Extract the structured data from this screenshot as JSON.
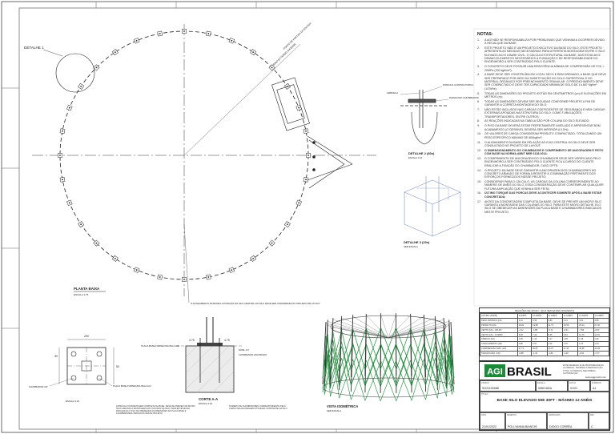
{
  "drawing": {
    "detail1_label": "DETALHE 1",
    "plan_title": "PLANTA BAIXA",
    "plan_scale": "ESCALA 1:75",
    "plan_note_center": "O ALINHAMENTO DA BASE E A POSIÇÃO DO SILO CENTRAL DO SILO DEVE SER CONFIRMADA NO PROJETO DE LAYOUT",
    "detail2_label": "DETALHE 2 (80x)",
    "detail2_scale": "ESCALA 1:10",
    "detail3_label": "DETALHE 3 (20x)",
    "detail3_scale": "SEM ESCALA",
    "detail2_tag1": "ARRUELA",
    "detail2_tag2": "PARAFUSO CHUMBADOR",
    "detail2_tag3": "PORCA E CONTRA PORCA",
    "cut_label": "CORTE A-A",
    "cut_scale": "ESCALA 1:20",
    "cut_note_left": "ANTES DA CONCRETAGEM COMPLETA DA BASE, DEVE-SE PREVER UM MICRO SILO GARANTA A MONTAGEM DAS COLUNAS DA SILO. PARA ESTE MICRO DETALHE ELO SILO SE OBEDECER AS DIMENSÕES DA PLACA BASE E CHUMBADORES INDICADOS NESTE PROJETO",
    "cut_note_right": "NÚMERO DE CHUMBADORES CORRESPONDENTE PELO CARGO DE ANCORAGEM UTILIZADA CONSTANTE NA SILO",
    "cut_tag_left": "PLACA BASE FORNECIDA PELA AGI",
    "cut_tag_right": "CHUMBADOR ANCORADO",
    "cut_tag_top1": "NÍVEL 0,0",
    "dim_475a": "4,75",
    "dim_475b": "4,75",
    "plate_label": "PLACA BASE FORNECIDA PELA AGI",
    "plate_anchor": "CHUMBADOR 3/4\"",
    "plate_dim1": "50",
    "plate_dim2": "200",
    "plate_dim3": "50",
    "plate_scale": "ESCALA 1:10",
    "iso_label": "VISTA ISOMÉTRICA",
    "iso_scale": "SEM ESCALA",
    "radius_tag": "RAIO EXTERNO DA BASE",
    "dim_top": "PONTO DE PARTIDA DA ESCADA"
  },
  "notes": {
    "title": "NOTAS:",
    "items": [
      {
        "n": "1.",
        "t": "A AGI NÃO SE RESPONSABILIZA POR PROBLEMAS QUE VENHAM A OCORRER DEVIDO À RECALQUE NA BASE;"
      },
      {
        "n": "2.",
        "t": "ESTE PROJETO NÃO É UM PROJETO EXECUTIVO DA BASE DO SILO. ESTE PROJETO APRESENTA AS MEDIDAS NECESSÁRIAS PARA A PERFEITA MONTAGEM ENTRE O SILO ELEVADO AGI E A BASE CIVIL. O CÁLCULO ESTRUTURAL DA BASE, DAS ESTACAS E DEMAIS ELEMENTOS NECESSÁRIOS À FUNDAÇÃO E DE RESPONSABILIDADE DO ENGENHEIRO A SER CONTRATADO PELO CLIENTE;"
      },
      {
        "n": "3.",
        "t": "O CONCRETO DEVE POSSUIR UMA RESISTÊNCIA MÍNIMA DE COMPRESSÃO DE FCK = 20MPa (200 kgf/cm²);"
      },
      {
        "n": "4.",
        "t": "A BASE DEVE SER CONSTRUÍDA EM LOCAL SECO E BEM DRENADO. A BASE QUE DEVE SER PREPARADO POR MEIO DA SUBSTITUIÇÃO DO SOLO SUPERFICIAL E DO MATERIAL ORGÂNICO POR PREENCHIMENTO GRANULAR. O PREENCHIMENTO DEVE SER COMPACTADO E DEVE TER CAPACIDADE MÍNIMA DE SOLO DE 14.667 Kgf/m² (147kPa);"
      },
      {
        "n": "5.",
        "t": "TODAS AS DIMENSÕES DO PROJETO ESTÃO EM CENTÍMETROS (cm) E ELEVAÇÕES EM METROS (m);"
      },
      {
        "n": "6.",
        "t": "TODAS AS DIMENSÕES DEVEM SER SEGUIDAS CONFORME PROJETO A FIM DE GARANTIR A CORRETA MONTAGEM DO SILO;"
      },
      {
        "n": "7.",
        "t": "NÃO ESTÃO INCLUSOS NAS CARGAS COEFICIENTES DE SEGURANÇA E NEM CARGAS EXTERNAS APOIADAS NA ESTRUTURA DO SILO, COMO TUBULAÇÕES, TRANSPORTADORES, ENTRE OUTROS;"
      },
      {
        "n": "8.",
        "t": "AS REAÇÕES INDICADAS NA TABELA SÃO POR COLUNA DO SILO ELEVADO;"
      },
      {
        "n": "9.",
        "t": "O PISO DA BASE DEVERÁ ESTAR PERFEITAMENTE NIVELADO E APRESENTAR BOM ACABAMENTO (O DESNÍVEL DEVERÁ SER INFERIOR A 0,5%);"
      },
      {
        "n": "10.",
        "t": "OS VALORES DE CARGA CONSIDERAM PRODUTO COMPACTADO, TOTALIZANDO UM PESO ESPECÍFICO MÁXIMO DE 800kgf/m³;"
      },
      {
        "n": "11.",
        "t": "O ALINHAMENTO DA BASE EM RELAÇÃO AO EIXO CENTRAL DO SILO DEVE SER CONSULTADO NO PROJETO DE LAYOUT;"
      },
      {
        "n": "12.",
        "t": "O DIMENSIONAMENTO DO CHUMBADOR E COMPRIMENTO DE ANCORAGEM É FEITO COM BASE NA NORMA ABNT NBR 6118:2014;",
        "b": true
      },
      {
        "n": "13.",
        "t": "O COMPRIMENTO DE ANCORAGEM DO CHUMBADOR DEVE SER VERIFICADO PELO ENGENHEIRO A SER CONTRATADO PELO CLIENTE FICA A CARGO DO CLIENTE REALIZAR A FIXAÇÃO DO CHUMBADOR, CASO OPTE;"
      },
      {
        "n": "14.",
        "t": "O PROJETO DA BASE DEVE GARANTIR A ANCORAGEM DOS CHUMBADORES NO CONCRETO ARMADO DE FORMA A RESISTIR À COMBINAÇÃO PERTINENTE DOS ESFORÇOS FORNECIDOS NESSE PROJETO;"
      },
      {
        "n": "15.",
        "t": "CONSIDERAR PARA O CÁLCULO, AS CARGAS DA COLUNA CORRESPONDENTE AO NÚMERO DE ANÉIS DO SILO, ESSA CONSIDERAÇÃO DEVE CONTEMPLAR QUALQUER FUTURA AMPLIAÇÃO QUE VENHA A SER FEITA;"
      },
      {
        "n": "16.",
        "t": "ÚLTIMO TORQUE DAS PORCAS DEVE ACONTECER SOMENTE APÓS A BASE ESTAR CONCRETADA;",
        "b": true
      },
      {
        "n": "17.",
        "t": "ANTES DA CONCRETAGEM COMPLETA DA BASE, DEVE-SE PREVER UM MICRO SILO GARANTA A MONTAGEM DAS COLUNAS DO SILO. PARA ESTE MICRO DETALHE, ELO SILO SE OBEDECER AS DIMENSÕES DA PLACA BASE E CHUMBADORES INDICADOS NESTE PROJETO."
      }
    ]
  },
  "reactions": {
    "caption": "REAÇÕES DE APOIO - SILO SEM ENVELOPAMENTO",
    "header": [
      "ALTURA (ANÉIS)",
      "9 ANÉIS",
      "10 ANÉIS",
      "11 ANÉIS",
      "12 ANÉIS",
      "13 ANÉIS",
      "14 ANÉIS"
    ],
    "rows": [
      [
        "PESO PRÓPRIO (kN)",
        "3,24",
        "3,56",
        "3,89",
        "4,21",
        "4,54",
        "4,86"
      ],
      [
        "PRODUTO (kN)",
        "18,02",
        "19,88",
        "21,73",
        "23,59",
        "25,44",
        "27,30"
      ],
      [
        "VENTO (kN) - UPLIFT",
        "-4,12",
        "-4,88",
        "-5,71",
        "-6,61",
        "-7,58",
        "-8,63"
      ],
      [
        "VENTO (kN) - COMPR.",
        "6,48",
        "7,43",
        "8,45",
        "9,54",
        "10,70",
        "11,93"
      ],
      [
        "SÍSMICO (kN)",
        "1,05",
        "1,16",
        "1,27",
        "1,38",
        "1,49",
        "1,60"
      ],
      [
        "CISALHAMENTO (kN)",
        "0,88",
        "0,97",
        "1,06",
        "1,15",
        "1,24",
        "1,33"
      ],
      [
        "COMPRESSÃO MÁX. (kN)",
        "27,74",
        "30,87",
        "34,07",
        "37,34",
        "40,68",
        "44,09"
      ],
      [
        "TRAÇÃO MÁX. (kN)",
        "-0,88",
        "-1,32",
        "-1,82",
        "-2,40",
        "-3,04",
        "-3,77"
      ]
    ]
  },
  "brand": {
    "logo_text": "BRASIL",
    "logo_mark": "AGI",
    "site": "www.aggrowth.com",
    "side_text": "ESTE DESENHO É DE PROPRIEDADE DA AGI BRASIL. PROIBIDA A REPRODUÇÃO TOTAL OU PARCIAL SEM PRÉVIA AUTORIZAÇÃO.",
    "accent": "#1d8a3a"
  },
  "titleblock": {
    "code_lbl": "CÓDIGO",
    "code": "SG21100088",
    "scale_lbl": "ESCALA",
    "scale": "INDICADA",
    "sheet_lbl": "FOLHA",
    "sheet": "01/01",
    "format_lbl": "FORMATO",
    "format": "A1",
    "title_lbl": "TÍTULO",
    "title": "BASE SILO ELEVADO 50E 30FT - MÁXIMO 12 ANÉIS",
    "date_lbl": "DATA",
    "date": "21/01/2022",
    "drawn_lbl": "DESENHO",
    "drawn": "POLLYANNA BIANCHI",
    "checked_lbl": "VERIFICADO",
    "checked": "DIOGO CORRÊA",
    "rev_lbl": "REV.",
    "rev": "C"
  }
}
